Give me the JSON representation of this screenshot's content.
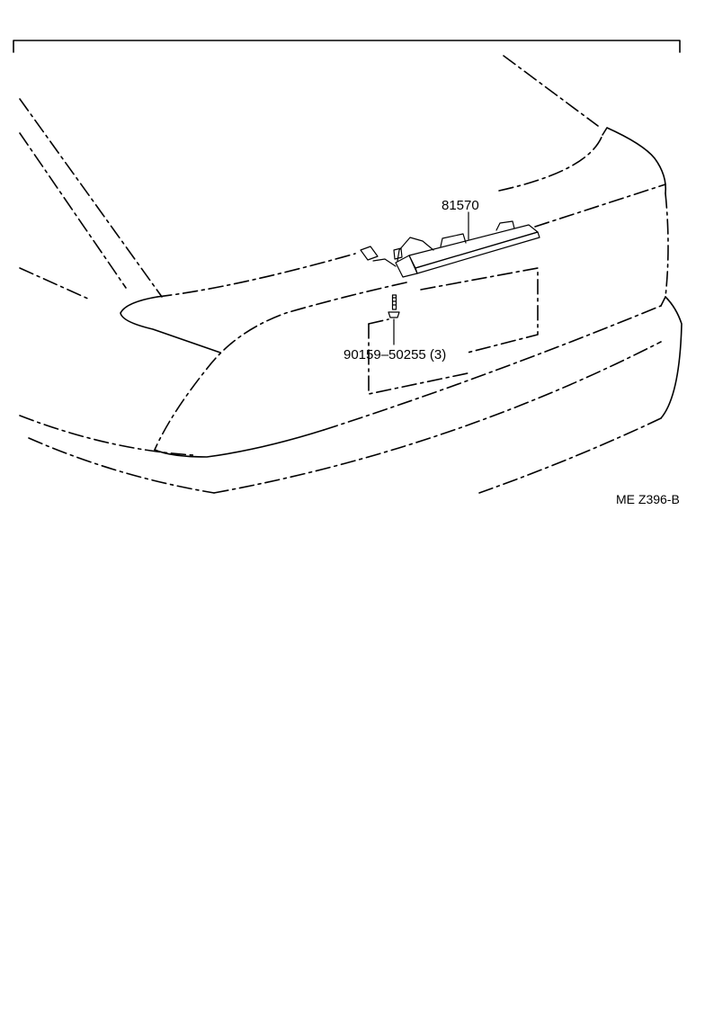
{
  "diagram": {
    "parts": [
      {
        "part_number": "81570",
        "quantity": ""
      },
      {
        "part_number": "90159–50255 (3)",
        "quantity": "3"
      }
    ],
    "drawing_ref": "ME Z396-B"
  }
}
